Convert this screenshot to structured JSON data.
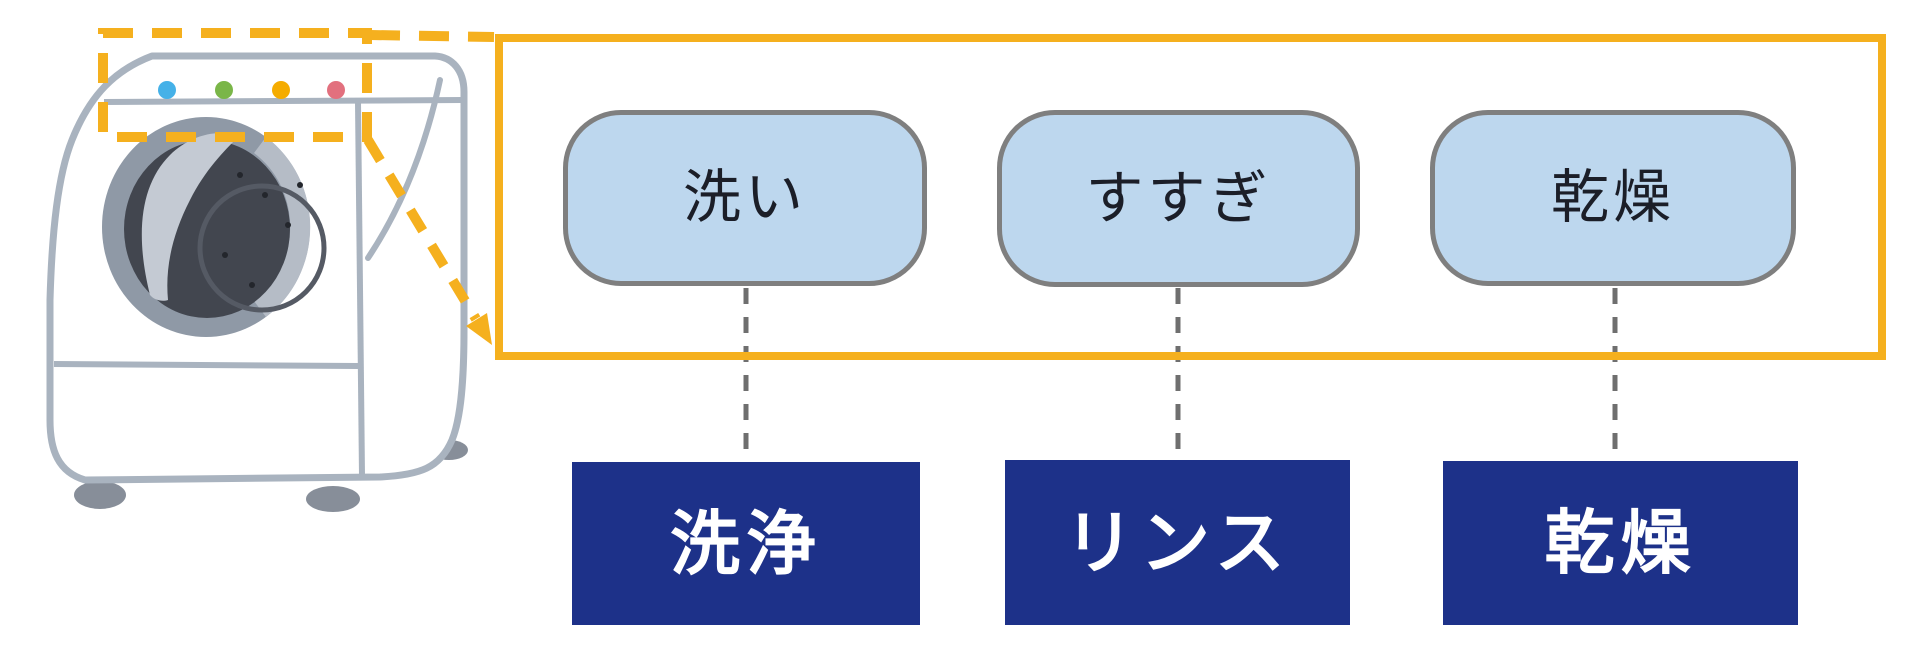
{
  "diagram": {
    "steps": [
      {
        "panel_button": "洗い",
        "process_stage": "洗浄"
      },
      {
        "panel_button": "すすぎ",
        "process_stage": "リンス"
      },
      {
        "panel_button": "乾燥",
        "process_stage": "乾燥"
      }
    ],
    "colors": {
      "highlight_orange": "#F5B01E",
      "button_fill": "#BDD7EE",
      "button_border": "#7F7F7F",
      "stage_navy": "#1D3189",
      "stage_text": "#FFFFFF",
      "connector_gray": "#6F6F6F",
      "machine_outline": "#A9B3BF",
      "indicator_dots": [
        "#45B1E8",
        "#7AB648",
        "#F5AC00",
        "#E2707E"
      ]
    }
  }
}
